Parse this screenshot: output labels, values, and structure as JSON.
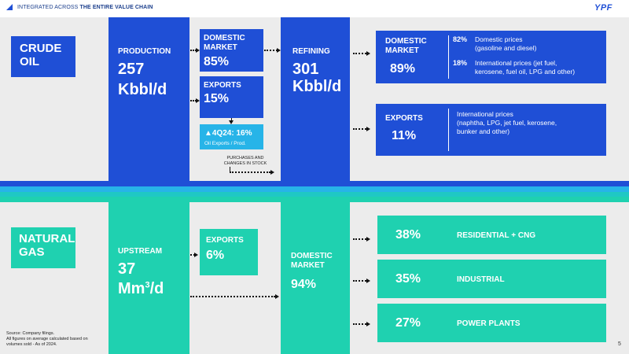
{
  "header": {
    "prefix": "INTEGRATED ACROSS ",
    "bold": "THE ENTIRE VALUE CHAIN",
    "logo": "YPF"
  },
  "crude": {
    "title_l1": "CRUDE",
    "title_l2": "OIL",
    "production": {
      "label": "PRODUCTION",
      "value": "257",
      "unit": "Kbbl/d"
    },
    "domestic": {
      "label_l1": "DOMESTIC",
      "label_l2": "MARKET",
      "value": "85%"
    },
    "exports": {
      "label": "EXPORTS",
      "value": "15%"
    },
    "q4": {
      "value": "▲4Q24: 16%",
      "label": "Oil Exports / Prod."
    },
    "purchases_l1": "PURCHASES AND",
    "purchases_l2": "CHANGES IN STOCK",
    "refining": {
      "label": "REFINING",
      "value": "301",
      "unit": "Kbbl/d"
    },
    "ref_domestic": {
      "label_l1": "DOMESTIC",
      "label_l2": "MARKET",
      "value": "89%",
      "d1_pct": "82%",
      "d1_l1": "Domestic prices",
      "d1_l2": "(gasoline and diesel)",
      "d2_pct": "18%",
      "d2_l1": "International prices (jet fuel,",
      "d2_l2": "kerosene, fuel oil, LPG and other)"
    },
    "ref_exports": {
      "label": "EXPORTS",
      "value": "11%",
      "d_l1": "International prices",
      "d_l2": "(naphtha, LPG, jet fuel, kerosene,",
      "d_l3": "bunker and other)"
    }
  },
  "gas": {
    "title_l1": "NATURAL",
    "title_l2": "GAS",
    "upstream": {
      "label": "UPSTREAM",
      "value": "37",
      "unit": "Mm",
      "sup": "3",
      "unit2": "/d"
    },
    "exports": {
      "label": "EXPORTS",
      "value": "6%"
    },
    "domestic": {
      "label_l1": "DOMESTIC",
      "label_l2": "MARKET",
      "value": "94%"
    },
    "segments": [
      {
        "pct": "38%",
        "name": "RESIDENTIAL + CNG"
      },
      {
        "pct": "35%",
        "name": "INDUSTRIAL"
      },
      {
        "pct": "27%",
        "name": "POWER PLANTS"
      }
    ]
  },
  "footer": {
    "source_l1": "Source: Company filings.",
    "source_l2": "All figures on average  calculated based on",
    "source_l3": "volumes sold - As of 2024.",
    "page": "5"
  },
  "colors": {
    "blue": "#1f4fd6",
    "teal": "#1fd1b0",
    "cyan": "#27b4e8",
    "navy": "#1c3f8c",
    "background": "#ececec"
  }
}
